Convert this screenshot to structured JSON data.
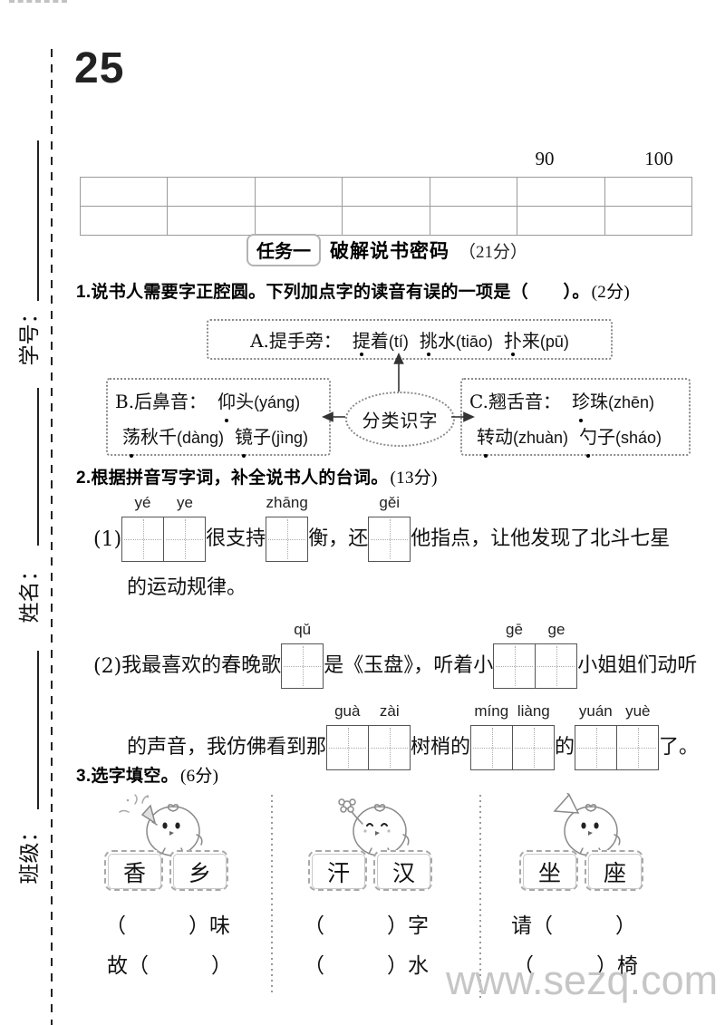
{
  "page": {
    "number": "25",
    "watermark": "www.sezq.com"
  },
  "sidebar": {
    "student_id_label": "学号：",
    "name_label": "姓名：",
    "class_label": "班级："
  },
  "score_table": {
    "labels": [
      "90",
      "100"
    ],
    "columns": 7,
    "rows": 2
  },
  "task1": {
    "badge": "任务一",
    "title": "破解说书密码",
    "points": "（21分）"
  },
  "q1": {
    "stem": "1.说书人需要字正腔圆。下列加点字的读音有误的一项是（　　）。",
    "points": "(2分)",
    "diagram": {
      "center": "分类识字",
      "a": {
        "prefix": "A.提手旁：",
        "items": [
          {
            "em": "提",
            "rest": "着",
            "pinyin": "(tí)"
          },
          {
            "em": "挑",
            "rest": "水",
            "pinyin": "(tiāo)"
          },
          {
            "em": "扑",
            "rest": "来",
            "pinyin": "(pū)"
          }
        ]
      },
      "b": {
        "prefix": "B.后鼻音：",
        "items": [
          {
            "em": "仰",
            "rest": "头",
            "pinyin": "(yáng)"
          },
          {
            "em": "荡",
            "rest": "秋千",
            "pinyin": "(dàng)"
          },
          {
            "em": "镜",
            "rest": "子",
            "pinyin": "(jìng)"
          }
        ]
      },
      "c": {
        "prefix": "C.翘舌音：",
        "items": [
          {
            "em": "珍",
            "rest": "珠",
            "pinyin": "(zhēn)"
          },
          {
            "em": "转",
            "rest": "动",
            "pinyin": "(zhuàn)"
          },
          {
            "em": "勺",
            "rest": "子",
            "pinyin": "(sháo)"
          }
        ]
      }
    }
  },
  "q2": {
    "stem": "2.根据拼音写字词，补全说书人的台词。",
    "points": "(13分)",
    "part1": {
      "label": "(1)",
      "pinyin1": [
        "yé",
        "ye"
      ],
      "text1": "很支持",
      "pinyin2": [
        "zhāng"
      ],
      "text2": "衡，还",
      "pinyin3": [
        "gěi"
      ],
      "text3": "他指点，让他发现了北斗七星",
      "line2": "的运动规律。"
    },
    "part2": {
      "label": "(2)",
      "text1": "我最喜欢的春晚歌",
      "pinyin1": [
        "qǔ"
      ],
      "text2": "是《玉盘》，听着小",
      "pinyin2": [
        "gē",
        "ge"
      ],
      "text3": "小姐姐们动听",
      "text4": "的声音，我仿佛看到那",
      "pinyin3": [
        "guà",
        "zài"
      ],
      "text5": "树梢的",
      "pinyin4": [
        "míng",
        "liàng"
      ],
      "text6": "的",
      "pinyin5": [
        "yuán",
        "yuè"
      ],
      "text7": "了。"
    }
  },
  "q3": {
    "stem": "3.选字填空。",
    "points": "(6分)",
    "groups": [
      {
        "options": [
          "香",
          "乡"
        ],
        "blank1": "（　　　）味",
        "blank2": "故（　　　）"
      },
      {
        "options": [
          "汗",
          "汉"
        ],
        "blank1": "（　　　）字",
        "blank2": "（　　　）水"
      },
      {
        "options": [
          "坐",
          "座"
        ],
        "blank1": "请（　　　）",
        "blank2": "（　　　）椅"
      }
    ]
  },
  "icons": {
    "chick1_accessory": "party-popper",
    "chick2_accessory": "flower",
    "chick3_accessory": "party-hat"
  },
  "colors": {
    "text": "#111111",
    "table_border": "#9a9a9a",
    "dotted_border": "#8a8a8a",
    "watermark": "#c6c6c6"
  }
}
